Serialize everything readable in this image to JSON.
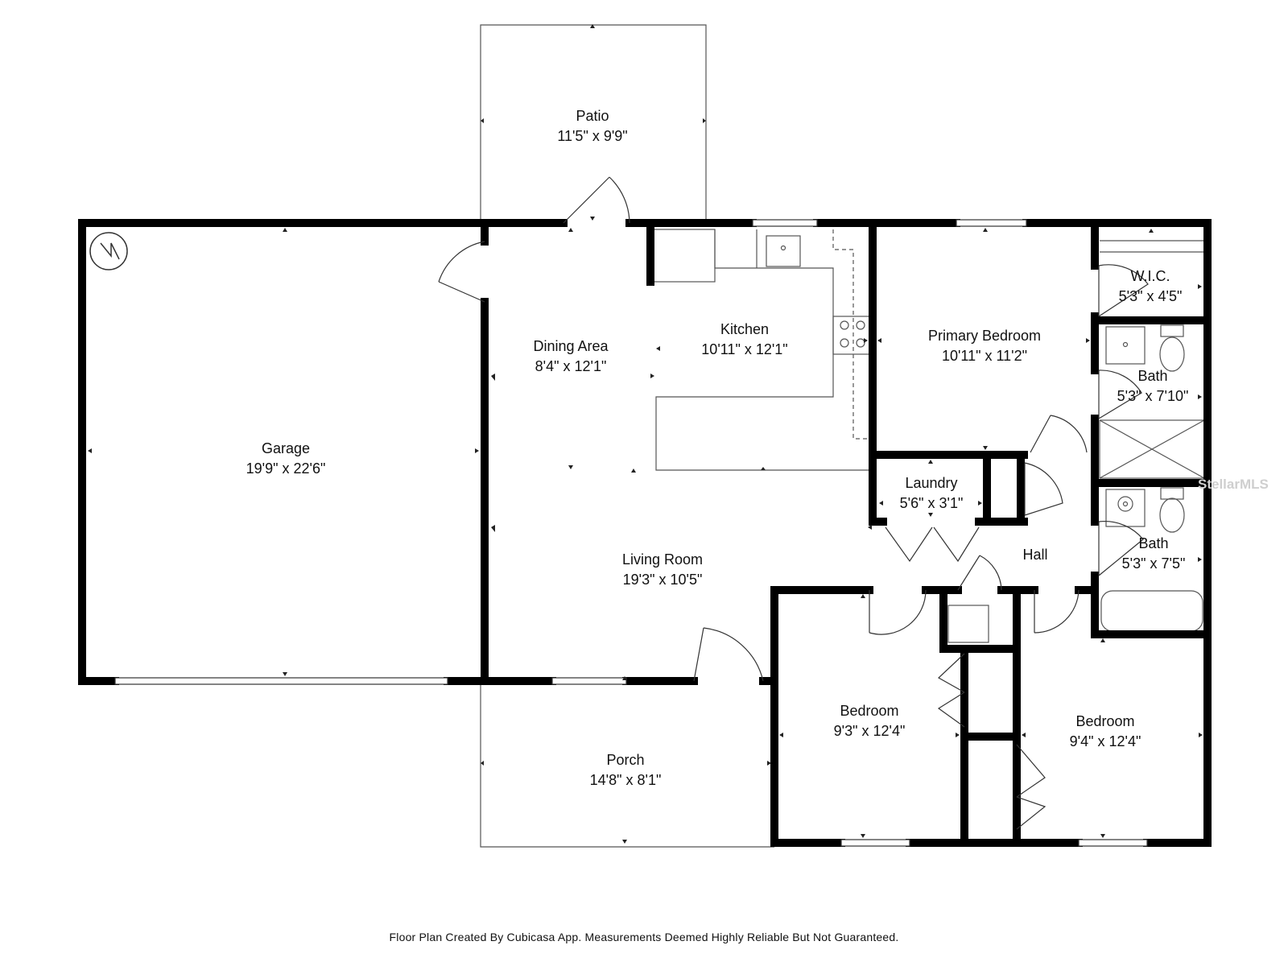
{
  "rooms": {
    "patio": {
      "name": "Patio",
      "dim": "11'5\" x 9'9\""
    },
    "garage": {
      "name": "Garage",
      "dim": "19'9\" x 22'6\""
    },
    "dining": {
      "name": "Dining Area",
      "dim": "8'4\" x 12'1\""
    },
    "kitchen": {
      "name": "Kitchen",
      "dim": "10'11\" x 12'1\""
    },
    "primary": {
      "name": "Primary Bedroom",
      "dim": "10'11\" x 11'2\""
    },
    "wic": {
      "name": "W.I.C.",
      "dim": "5'3\" x 4'5\""
    },
    "bath1": {
      "name": "Bath",
      "dim": "5'3\" x 7'10\""
    },
    "laundry": {
      "name": "Laundry",
      "dim": "5'6\" x 3'1\""
    },
    "bath2": {
      "name": "Bath",
      "dim": "5'3\" x 7'5\""
    },
    "hall": {
      "name": "Hall"
    },
    "living": {
      "name": "Living Room",
      "dim": "19'3\" x 10'5\""
    },
    "porch": {
      "name": "Porch",
      "dim": "14'8\" x 8'1\""
    },
    "bedroom1": {
      "name": "Bedroom",
      "dim": "9'3\" x 12'4\""
    },
    "bedroom2": {
      "name": "Bedroom",
      "dim": "9'4\" x 12'4\""
    }
  },
  "footer": "Floor Plan Created By Cubicasa App. Measurements Deemed Highly Reliable But Not Guaranteed.",
  "watermark": "StellarMLS",
  "colors": {
    "wall": "#000000",
    "line": "#555555",
    "background": "#ffffff",
    "watermark": "#cfcfcf"
  }
}
